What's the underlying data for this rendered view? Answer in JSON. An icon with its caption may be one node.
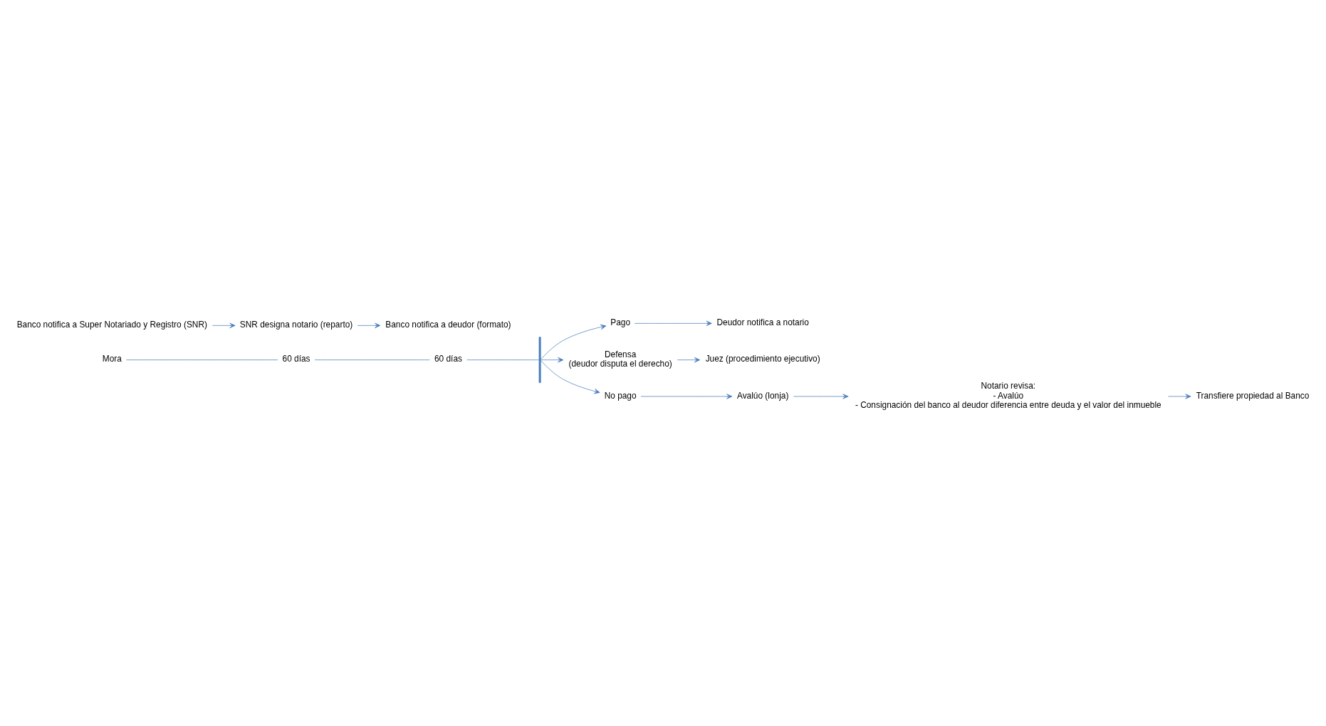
{
  "diagram": {
    "nodes": [
      {
        "text": [],
        "shape": "bar"
      },
      {
        "text": [
          "Pago"
        ]
      },
      {
        "text": [
          "Deudor notifica a notario"
        ]
      },
      {
        "text": [
          "Defensa",
          "(deudor disputa el derecho)"
        ]
      },
      {
        "text": [
          "Juez (procedimiento ejecutivo)"
        ]
      },
      {
        "text": [
          "No pago"
        ]
      },
      {
        "text": [
          "Avalúo (lonja)"
        ]
      },
      {
        "text": [
          "Notario revisa:",
          "- Avalúo",
          "- Consignación del banco al deudor diferencia entre deuda y el valor del inmueble"
        ]
      },
      {
        "text": [
          "Transfiere propiedad al Banco"
        ]
      },
      {
        "text": [
          "Banco notifica a Super Notariado y Registro (SNR)"
        ]
      },
      {
        "text": [
          "SNR designa notario (reparto)"
        ]
      },
      {
        "text": [
          "Banco notifica a deudor (formato)"
        ]
      }
    ],
    "edges": [
      {
        "from": 0,
        "to": 1,
        "arrow": "to"
      },
      {
        "from": 1,
        "to": 2,
        "arrow": "to"
      },
      {
        "from": 0,
        "to": 3,
        "arrow": "to"
      },
      {
        "from": 3,
        "to": 4,
        "arrow": "to"
      },
      {
        "from": 0,
        "to": 5,
        "arrow": "to"
      },
      {
        "from": 5,
        "to": 6,
        "arrow": "to"
      },
      {
        "from": 6,
        "to": 7,
        "arrow": "to"
      },
      {
        "from": 7,
        "to": 8,
        "arrow": "to"
      },
      {
        "from": 9,
        "to": 10,
        "arrow": "to"
      },
      {
        "from": 10,
        "to": 11,
        "arrow": "to"
      }
    ],
    "labels": [
      "Mora",
      "60 días",
      "60 días"
    ]
  }
}
